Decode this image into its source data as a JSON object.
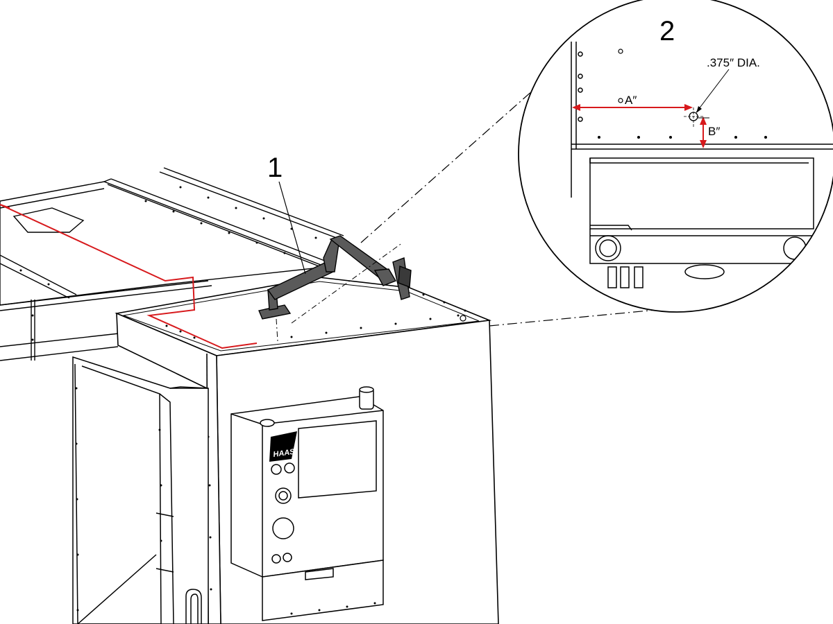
{
  "callouts": {
    "item_1": "1",
    "item_2": "2"
  },
  "detail": {
    "hole_diameter_label": ".375″ DIA.",
    "dim_a_label": "A″",
    "dim_b_label": "B″"
  },
  "brand": {
    "logo_text": "HAAS"
  },
  "colors": {
    "line": "#000000",
    "accent_red": "#d7191c",
    "arm_fill": "#5a5a5a",
    "screen_fill": "#ffffff"
  },
  "icons": {
    "monitor_arm": "monitor-arm-icon",
    "haas_logo": "haas-logo-icon"
  }
}
